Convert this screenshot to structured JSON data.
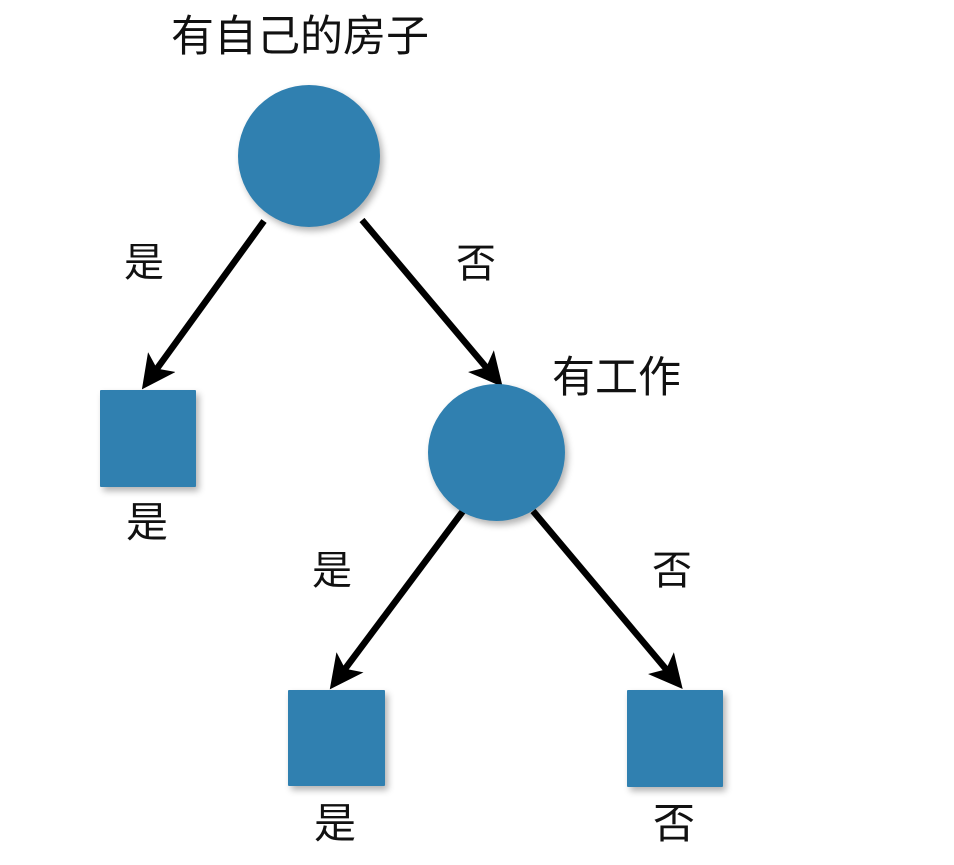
{
  "diagram": {
    "type": "decision-tree",
    "background_color": "#ffffff",
    "node_fill_color": "#3080b0",
    "edge_color": "#000000",
    "text_color": "#111111",
    "nodes": [
      {
        "id": "root",
        "shape": "circle",
        "title": "有自己的房子",
        "title_position": "above"
      },
      {
        "id": "leaf-yes-house",
        "shape": "square",
        "label": "是",
        "label_position": "below"
      },
      {
        "id": "has-job",
        "shape": "circle",
        "title": "有工作",
        "title_position": "right"
      },
      {
        "id": "leaf-yes-job",
        "shape": "square",
        "label": "是",
        "label_position": "below"
      },
      {
        "id": "leaf-no-job",
        "shape": "square",
        "label": "否",
        "label_position": "below"
      }
    ],
    "edges": [
      {
        "id": "root-to-leaf-yes-house",
        "from": "root",
        "to": "leaf-yes-house",
        "label": "是"
      },
      {
        "id": "root-to-has-job",
        "from": "root",
        "to": "has-job",
        "label": "否"
      },
      {
        "id": "has-job-to-leaf-yes-job",
        "from": "has-job",
        "to": "leaf-yes-job",
        "label": "是"
      },
      {
        "id": "has-job-to-leaf-no-job",
        "from": "has-job",
        "to": "leaf-no-job",
        "label": "否"
      }
    ]
  }
}
